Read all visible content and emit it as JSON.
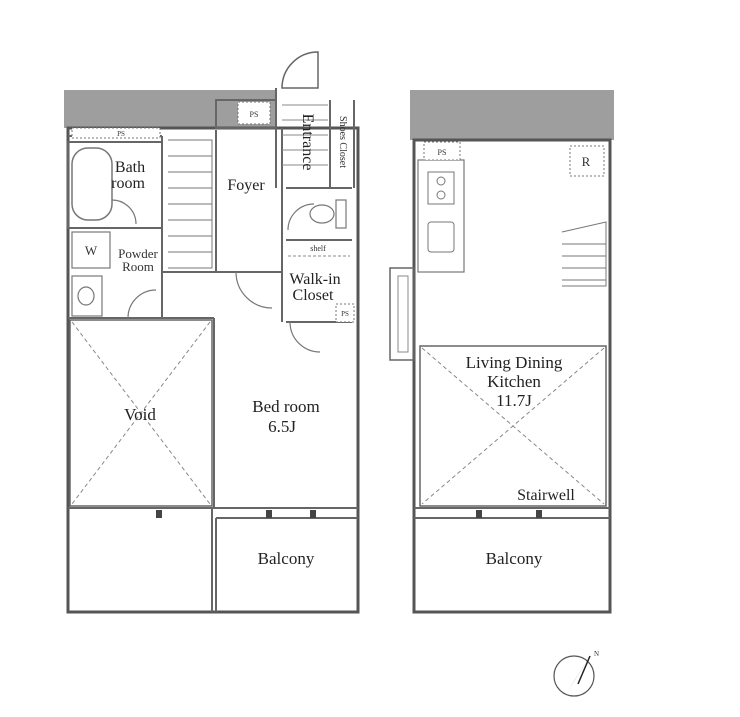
{
  "left_floor": {
    "rooms": {
      "bath_line1": "Bath",
      "bath_line2": "room",
      "foyer": "Foyer",
      "entrance": "Entrance",
      "shoes_closet": "Shoes Closet",
      "powder_line1": "Powder",
      "powder_line2": "Room",
      "walkin_line1": "Walk-in",
      "walkin_line2": "Closet",
      "shelf": "shelf",
      "void": "Void",
      "bedroom_line1": "Bed room",
      "bedroom_line2": "6.5J",
      "balcony": "Balcony"
    },
    "marks": {
      "ps_top": "PS",
      "ps_bath": "PS",
      "ps_closet": "PS",
      "washer": "W"
    }
  },
  "right_floor": {
    "rooms": {
      "ldk_line1": "Living Dining",
      "ldk_line2": "Kitchen",
      "ldk_line3": "11.7J",
      "stairwell": "Stairwell",
      "balcony": "Balcony"
    },
    "marks": {
      "ps": "PS",
      "fridge": "R"
    }
  },
  "compass": {
    "north_mark": "N"
  }
}
